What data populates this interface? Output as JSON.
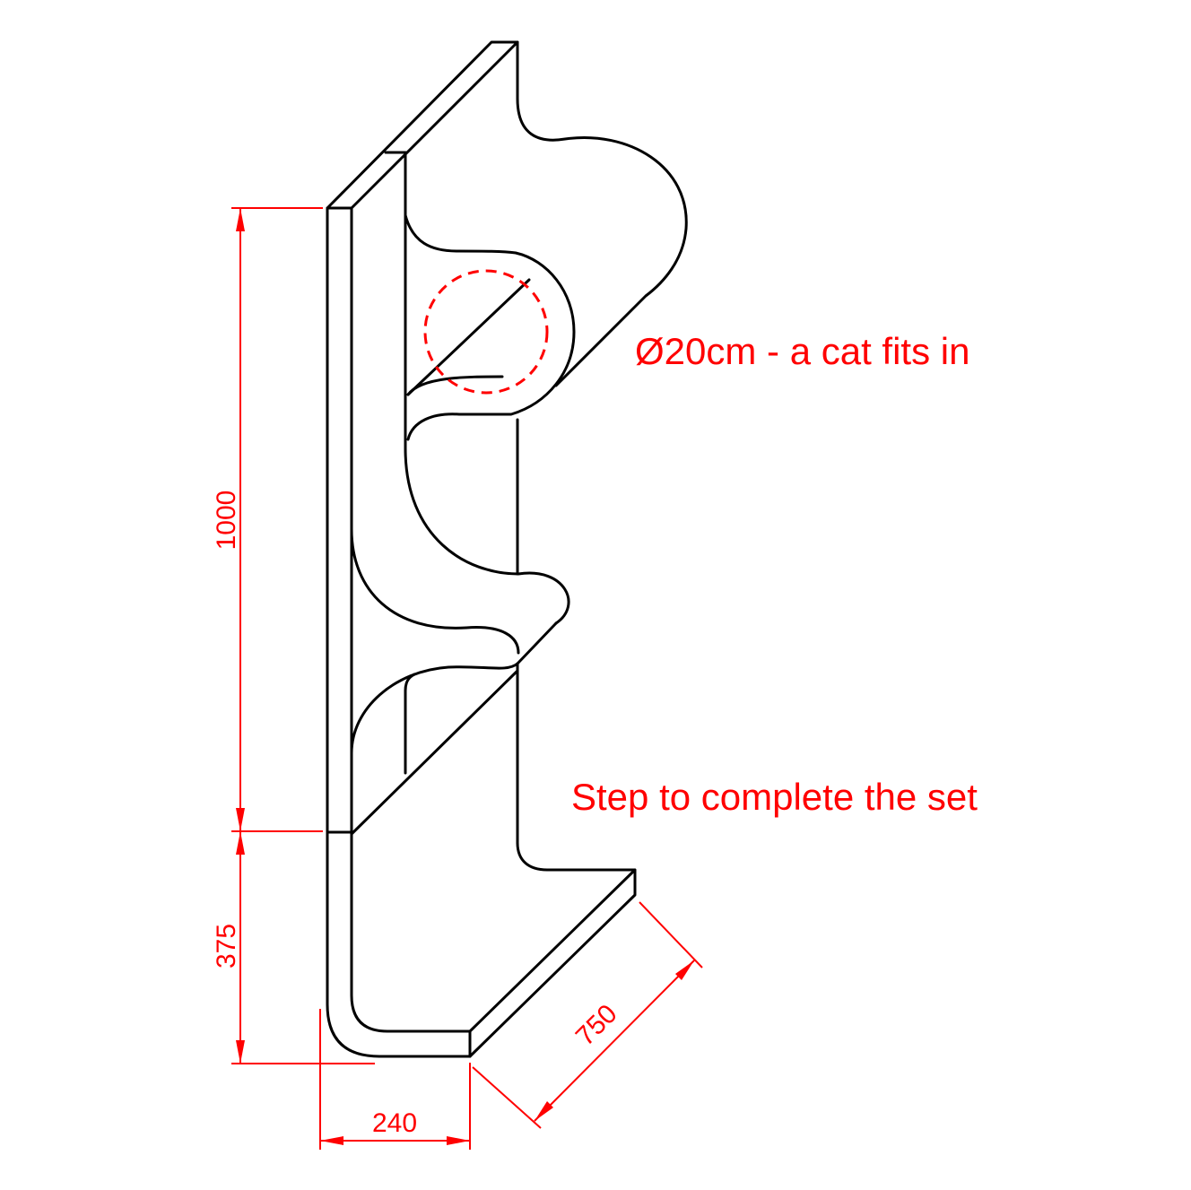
{
  "annotations": {
    "hole_note": "Ø20cm - a cat fits in",
    "step_note": "Step to complete the set"
  },
  "dimensions": {
    "height_upper": "1000",
    "height_step": "375",
    "width_depth": "240",
    "step_length": "750"
  },
  "colors": {
    "outline": "#000000",
    "annotation": "#ff0000",
    "background": "#ffffff"
  }
}
